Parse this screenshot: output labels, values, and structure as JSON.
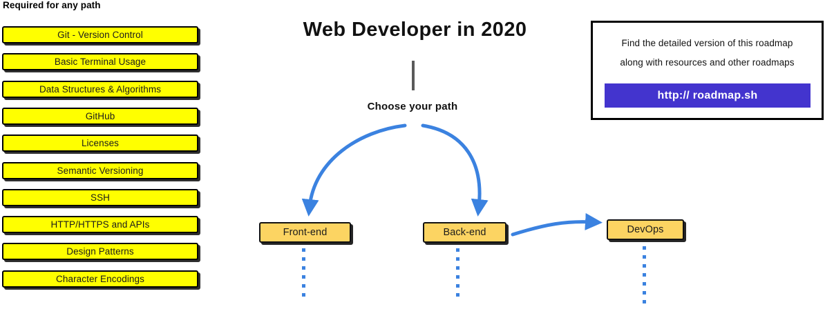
{
  "required_section": {
    "heading": "Required for any path",
    "items": [
      {
        "label": "Git - Version Control"
      },
      {
        "label": "Basic Terminal Usage"
      },
      {
        "label": "Data Structures & Algorithms"
      },
      {
        "label": "GitHub"
      },
      {
        "label": "Licenses"
      },
      {
        "label": "Semantic Versioning"
      },
      {
        "label": "SSH"
      },
      {
        "label": "HTTP/HTTPS and APIs"
      },
      {
        "label": "Design Patterns"
      },
      {
        "label": "Character Encodings"
      }
    ]
  },
  "center": {
    "title": "Web Developer in 2020",
    "choose_label": "Choose your path",
    "paths": [
      {
        "label": "Front-end",
        "dots": 6
      },
      {
        "label": "Back-end",
        "dots": 6
      },
      {
        "label": "DevOps",
        "dots": 7
      }
    ]
  },
  "info_panel": {
    "line1": "Find the detailed version of this roadmap",
    "line2": "along with resources and other roadmaps",
    "link_label": "http:// roadmap.sh"
  },
  "colors": {
    "required_box_fill": "#ffff00",
    "path_box_fill": "#fcd462",
    "arrow_blue": "#3b82e0",
    "link_button": "#4334ce",
    "stem_gray": "#5a5a5a",
    "outline_black": "#000000"
  }
}
